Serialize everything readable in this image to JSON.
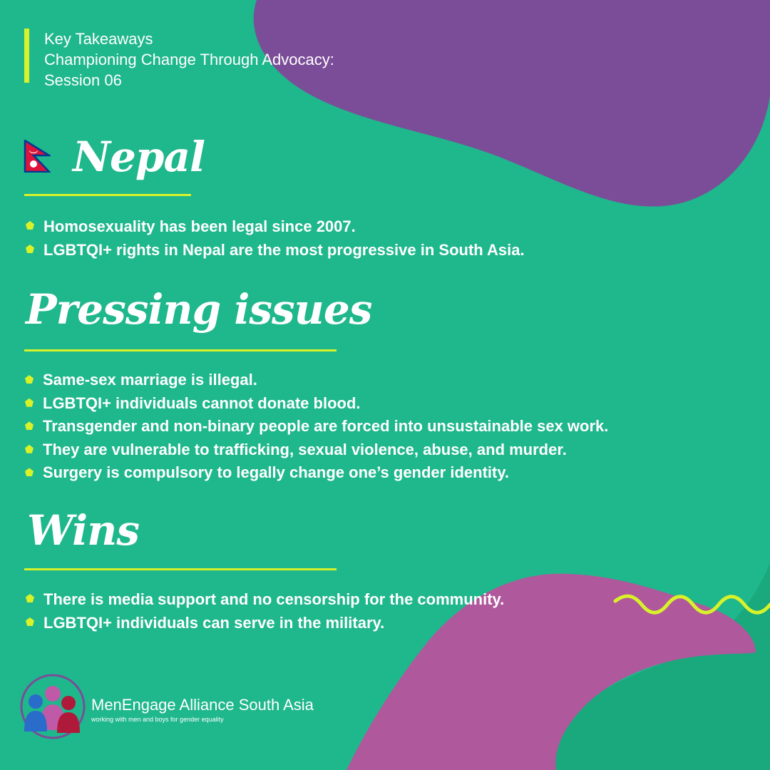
{
  "colors": {
    "background": "#1fb78c",
    "purple_blob": "#7b4d98",
    "magenta_blob": "#b0589c",
    "dark_green_blob": "#1aa87d",
    "accent_yellow": "#d8f22a",
    "text": "#ffffff"
  },
  "header": {
    "line1": "Key Takeaways",
    "line2": "Championing Change Through Advocacy:",
    "line3": "Session 06"
  },
  "country": {
    "flag_icon": "nepal-flag-icon",
    "title": "Nepal",
    "items": [
      "Homosexuality has been legal since 2007.",
      "LGBTQI+ rights in Nepal are the most progressive in South Asia."
    ]
  },
  "issues": {
    "title": "Pressing issues",
    "items": [
      "Same-sex marriage is illegal.",
      "LGBTQI+ individuals cannot donate blood.",
      "Transgender and non-binary people are forced into unsustainable sex work.",
      "They are vulnerable to trafficking, sexual violence, abuse, and murder.",
      "Surgery is compulsory to legally change one’s gender identity."
    ]
  },
  "wins": {
    "title": "Wins",
    "items": [
      "There is media support and no censorship for the community.",
      "LGBTQI+ individuals can serve in the military."
    ]
  },
  "logo": {
    "name": "MenEngage Alliance South Asia",
    "tagline": "working with men and boys for gender equality"
  }
}
